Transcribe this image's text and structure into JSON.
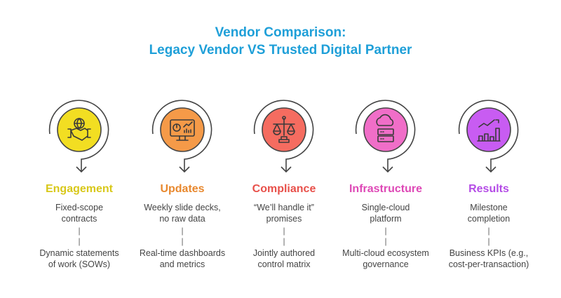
{
  "title": {
    "line1": "Vendor Comparison:",
    "line2": "Legacy Vendor VS Trusted Digital Partner"
  },
  "columns": [
    {
      "icon": "handshake-globe-icon",
      "color": "#F2DE22",
      "label_color": "#D8C81A",
      "label": "Engagement",
      "legacy": [
        "Fixed-scope",
        "contracts"
      ],
      "partner": [
        "Dynamic statements",
        "of work (SOWs)"
      ]
    },
    {
      "icon": "monitor-dashboard-icon",
      "color": "#F59A48",
      "label_color": "#E8882E",
      "label": "Updates",
      "legacy": [
        "Weekly slide decks,",
        "no raw data"
      ],
      "partner": [
        "Real-time dashboards",
        "and metrics"
      ]
    },
    {
      "icon": "scales-icon",
      "color": "#F56C60",
      "label_color": "#E8504A",
      "label": "Compliance",
      "legacy": [
        "“We’ll handle it”",
        "promises"
      ],
      "partner": [
        "Jointly authored",
        "control matrix"
      ]
    },
    {
      "icon": "cloud-server-icon",
      "color": "#F06EC8",
      "label_color": "#DE48B6",
      "label": "Infrastructure",
      "legacy": [
        "Single-cloud",
        "platform"
      ],
      "partner": [
        "Multi-cloud ecosystem",
        "governance"
      ]
    },
    {
      "icon": "growth-chart-icon",
      "color": "#C85CF2",
      "label_color": "#B44CE6",
      "label": "Results",
      "legacy": [
        "Milestone",
        "completion"
      ],
      "partner": [
        "Business KPIs (e.g.,",
        "cost-per-transaction)"
      ]
    }
  ],
  "separator": "|"
}
